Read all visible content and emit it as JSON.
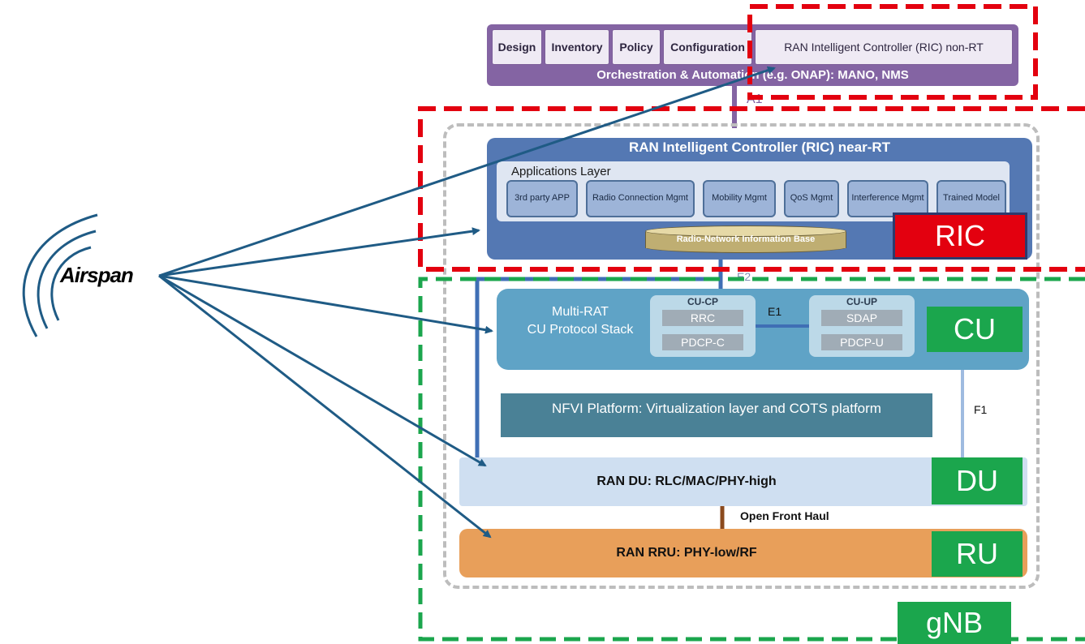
{
  "logo": {
    "text": "Airspan"
  },
  "onap": {
    "tabs": [
      "Design",
      "Inventory",
      "Policy",
      "Configuration",
      "RAN Intelligent Controller (RIC) non-RT"
    ],
    "label": "Orchestration & Automation (e.g. ONAP): MANO, NMS"
  },
  "interfaces": {
    "a1": "A1",
    "e2": "E2",
    "e1": "E1",
    "f1": "F1",
    "ofh": "Open Front Haul"
  },
  "ric": {
    "title": "RAN Intelligent Controller (RIC) near-RT",
    "apps_title": "Applications Layer",
    "apps": [
      "3rd party APP",
      "Radio Connection Mgmt",
      "Mobility Mgmt",
      "QoS Mgmt",
      "Interference Mgmt",
      "Trained Model"
    ],
    "rnib": "Radio-Network Information Base",
    "badge": "RIC"
  },
  "cu": {
    "label_line1": "Multi-RAT",
    "label_line2": "CU Protocol Stack",
    "cp_title": "CU-CP",
    "cp_cells": [
      "RRC",
      "PDCP-C"
    ],
    "up_title": "CU-UP",
    "up_cells": [
      "SDAP",
      "PDCP-U"
    ],
    "badge": "CU"
  },
  "nfvi": {
    "label": "NFVI Platform: Virtualization layer and COTS platform"
  },
  "du": {
    "label": "RAN DU: RLC/MAC/PHY-high",
    "badge": "DU"
  },
  "ru": {
    "label": "RAN RRU: PHY-low/RF",
    "badge": "RU"
  },
  "gnb": {
    "badge": "gNB"
  },
  "colors": {
    "red_dash": "#e3000f",
    "green_dash": "#1ba64d",
    "arrow": "#1f5b85",
    "onap": "#8464a3",
    "ric": "#5478b3",
    "cu": "#5fa3c6",
    "du": "#cfdff1",
    "ru": "#e89f5a"
  }
}
